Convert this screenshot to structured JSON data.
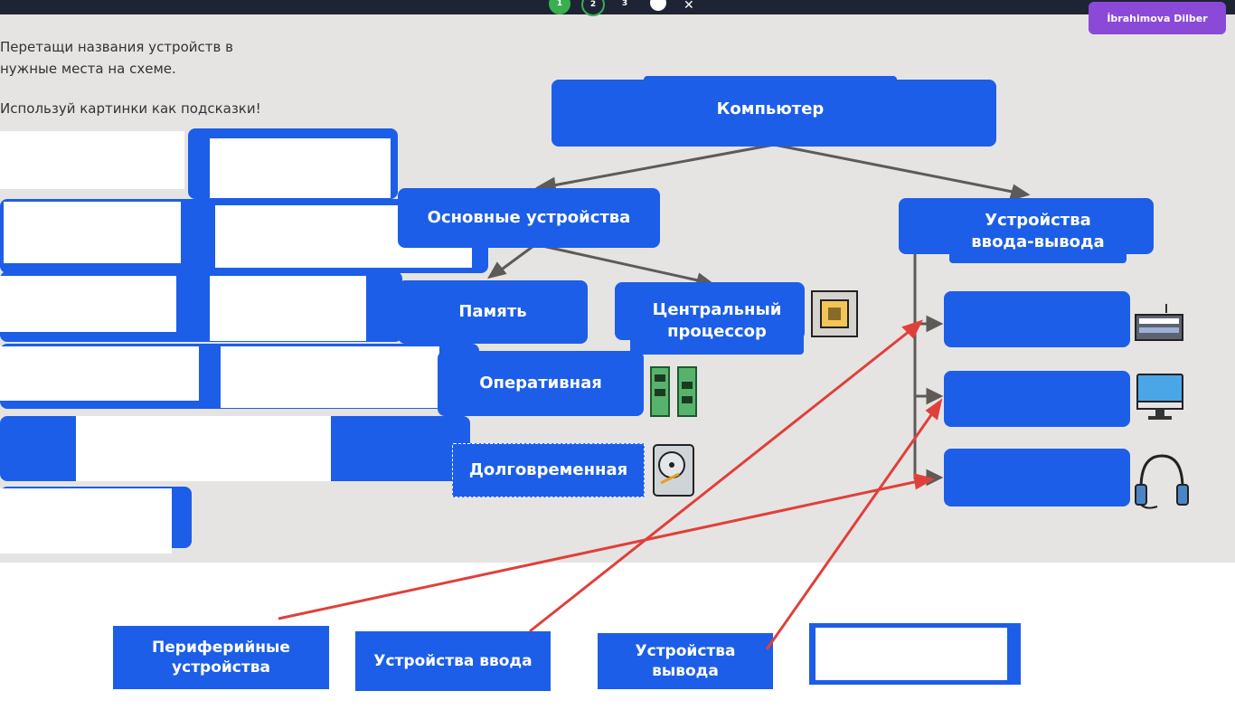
{
  "header": {
    "steps": [
      "1",
      "2",
      "3"
    ],
    "user_name": "İbrahimova Dilber"
  },
  "instructions": {
    "line1": "Перетащи названия устройств в",
    "line2": "нужные места на схеме.",
    "line3": "Используй картинки как подсказки!"
  },
  "diagram": {
    "root": "Компьютер",
    "main_devices": "Основные устройства",
    "io_devices_line1": "Устройства",
    "io_devices_line2": "ввода-вывода",
    "memory": "Память",
    "cpu_line1": "Центральный",
    "cpu_line2": "процессор",
    "ram": "Оперативная",
    "storage": "Долговременная"
  },
  "icons": {
    "cpu": "cpu-chip-icon",
    "ram": "ram-module-icon",
    "hdd": "hard-disk-icon",
    "keyboard": "keyboard-icon",
    "monitor": "monitor-icon",
    "headphones": "headphones-icon"
  },
  "bottom_labels": {
    "peripheral_line1": "Периферийные",
    "peripheral_line2": "устройства",
    "input_devices": "Устройства ввода",
    "output_line1": "Устройства",
    "output_line2": "вывода"
  },
  "colors": {
    "node_blue": "#1c5ee8",
    "annotation_red": "#e0403a",
    "connector_gray": "#5e5a58",
    "user_badge": "#8b49d8",
    "step_active": "#3aaf4f"
  }
}
